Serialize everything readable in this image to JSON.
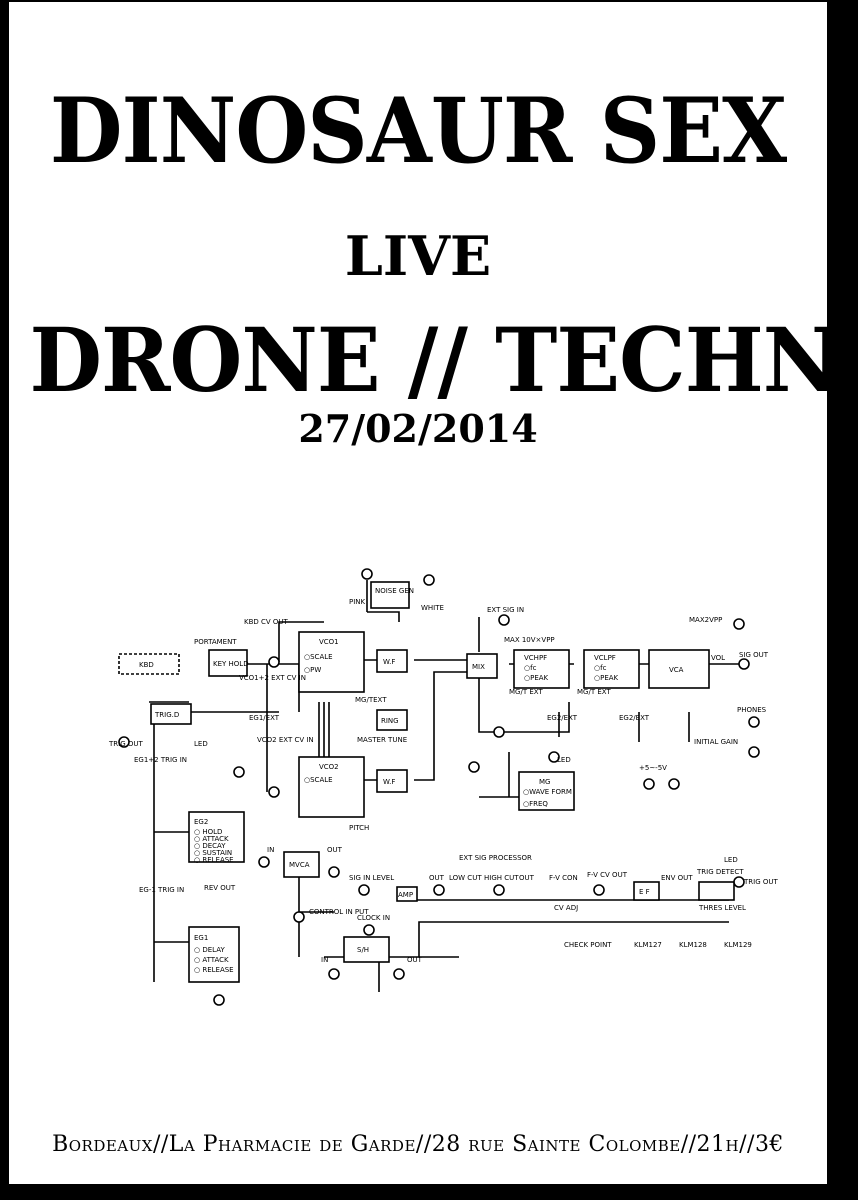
{
  "poster": {
    "title": "DINOSAUR SEX",
    "subtitle": "LIVE",
    "genre": "DRONE // TECHNO",
    "date": "27/02/2014",
    "footer": "Bordeaux//La Pharmacie de Garde//28 rue Sainte Colombe//21h//3€"
  },
  "diagram": {
    "blocks": {
      "noise_gen": "NOISE GEN",
      "kbd": "KBD",
      "key_hold": "KEY HOLD",
      "trig_d": "TRIG.D",
      "vco1": "VCO1",
      "vco1_scale": "○SCALE",
      "vco1_pw": "○PW",
      "vco2": "VCO2",
      "vco2_scale": "○SCALE",
      "wf1": "W.F",
      "wf2": "W.F",
      "ring": "RING",
      "mix": "MIX",
      "vchpf": "VCHPF",
      "vclpf": "VCLPF",
      "vca": "VCA",
      "mg": "MG",
      "mg_wave": "○WAVE FORM",
      "mg_freq": "○FREQ",
      "eg2": "EG2",
      "eg2_params": [
        "○ HOLD",
        "○ ATTACK",
        "○ DECAY",
        "○ SUSTAIN",
        "○ RELEASE"
      ],
      "eg1": "EG1",
      "eg1_params": [
        "○ DELAY",
        "○ ATTACK",
        "○ RELEASE"
      ],
      "mvca": "MVCA",
      "sh": "S/H",
      "amp": "AMP",
      "ef": "E F"
    },
    "labels": {
      "pink": "PINK",
      "white": "WHITE",
      "ext_sig_in": "EXT SIG IN",
      "max_10v": "MAX 10V×VPP",
      "max_2vpp": "MAX2VPP",
      "portament": "PORTAMENT",
      "kbd_cv_out": "KBD CV OUT",
      "vco_ext": "VCO1+2 EXT CV IN",
      "eg1_ext": "EG1/EXT",
      "vco2_ext": "VCO2 EXT CV IN",
      "mg_text": "MG/TEXT",
      "master_tune": "MASTER TUNE",
      "fc": "○fc",
      "peak": "○PEAK",
      "mg_t_ext": "MG/T EXT",
      "eg2_ext": "EG2/EXT",
      "vol": "VOL",
      "sig_out": "SIG OUT",
      "phones": "PHONES",
      "initial_gain": "INITIAL GAIN",
      "led": "LED",
      "trig_out": "TRIG OUT",
      "eg12_trig": "EG1+2 TRIG IN",
      "pitch": "PITCH",
      "rev_out": "REV OUT",
      "eg1_trig": "EG-1 TRIG IN",
      "control_in": "CONTROL IN PUT",
      "clock_in": "CLOCK IN",
      "in": "IN",
      "out": "OUT",
      "ext_sig_proc": "EXT SIG PROCESSOR",
      "sig_in_level": "SIG IN LEVEL",
      "low_cut": "LOW CUT",
      "high_cut": "HIGH CUT",
      "fv_con": "F-V CON",
      "fv_cv_out": "F-V CV OUT",
      "cv_adj": "CV ADJ",
      "env_out": "ENV OUT",
      "trig_detect": "TRIG DETECT",
      "thres_level": "THRES LEVEL",
      "check_point": "CHECK POINT",
      "klm127": "KLM127",
      "klm128": "KLM128",
      "klm129": "KLM129",
      "supply": "+5~-5V"
    }
  }
}
